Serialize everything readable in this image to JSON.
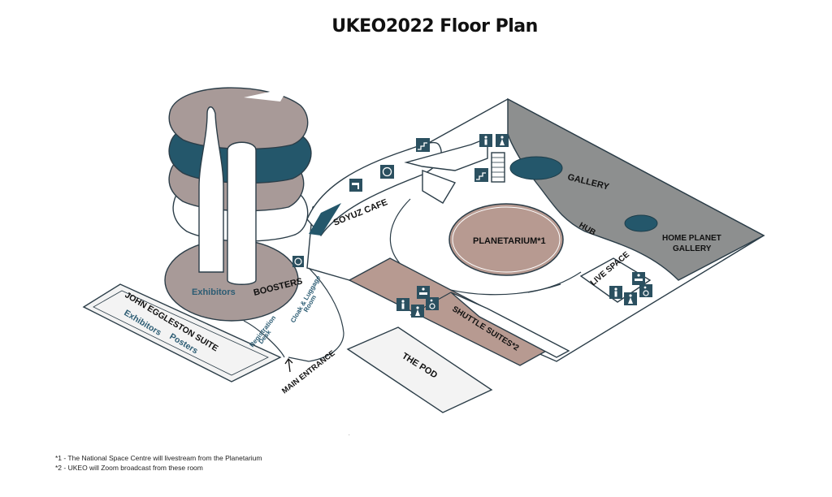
{
  "title": "UKEO2022 Floor Plan",
  "rooms": {
    "gallery": "GALLERY",
    "home_planet_gallery_line1": "HOME PLANET",
    "home_planet_gallery_line2": "GALLERY",
    "hub": "HUB",
    "planetarium": "PLANETARIUM*1",
    "soyuz_cafe": "SOYUZ CAFE",
    "live_space": "LIVE SPACE",
    "shuttle_suites": "SHUTTLE SUITES*2",
    "the_pod": "THE POD",
    "boosters": "BOOSTERS",
    "exhibitors_tower": "Exhibitors",
    "john_eggleston_suite": "JOHN EGGLESTON SUITE",
    "suite_exhibitors": "Exhibitors",
    "suite_posters": "Posters",
    "registration_line1": "Registration",
    "registration_line2": "Desk",
    "cloak_line1": "Cloak & Luggage",
    "cloak_line2": "Room",
    "main_entrance": "MAIN ENTRANCE"
  },
  "footnotes": [
    "*1 - The National Space Centre will livestream from the Planetarium",
    "*2 - UKEO will Zoom broadcast from these room"
  ],
  "colors": {
    "dark_teal": "#24576b",
    "tower_grey": "#a89a98",
    "gallery_grey": "#8d8f8f",
    "planetarium_rose": "#b79a91",
    "floor_white": "#ffffff"
  },
  "icons": [
    "toilet-icon",
    "accessible-toilet-icon",
    "baby-change-icon",
    "stairs-icon",
    "cafe-icon",
    "tap-icon"
  ]
}
